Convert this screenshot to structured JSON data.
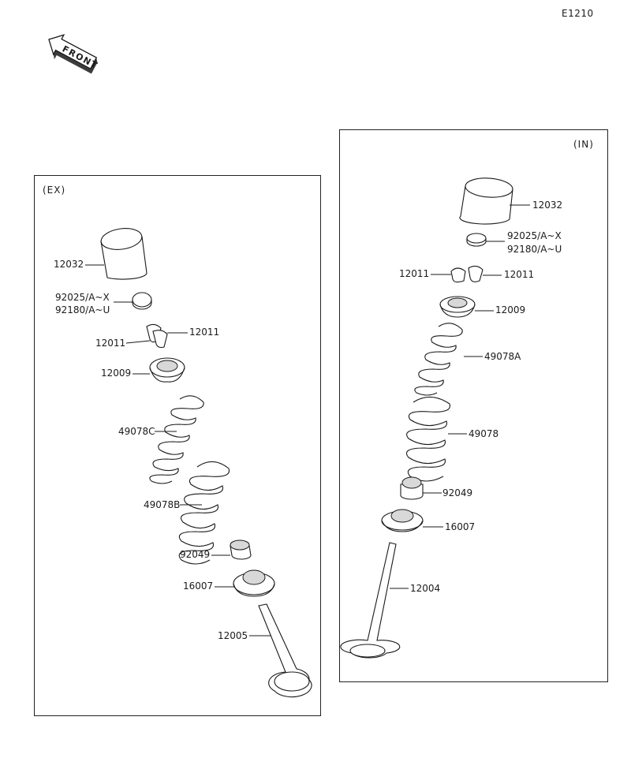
{
  "diagram_code": "E1210",
  "front_arrow": {
    "text": "FRONT",
    "icon": "front-arrow-icon"
  },
  "exhaust": {
    "label": "(EX)",
    "parts": {
      "tappet": "12032",
      "shim_a": "92025/A~X",
      "shim_b": "92180/A~U",
      "collet_right": "12011",
      "collet_left": "12011",
      "retainer": "12009",
      "spring_inner": "49078C",
      "spring_outer": "49078B",
      "seal": "92049",
      "seat": "16007",
      "valve": "12005"
    }
  },
  "intake": {
    "label": "(IN)",
    "parts": {
      "tappet": "12032",
      "shim_a": "92025/A~X",
      "shim_b": "92180/A~U",
      "collet_left": "12011",
      "collet_right": "12011",
      "retainer": "12009",
      "spring_inner": "49078A",
      "spring_outer": "49078",
      "seal": "92049",
      "seat": "16007",
      "valve": "12004"
    }
  }
}
